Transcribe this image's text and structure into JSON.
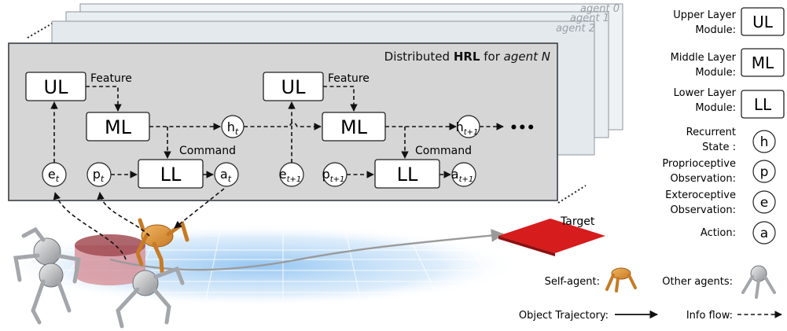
{
  "layers": {
    "agent0": "agent 0",
    "agent1": "agent 1",
    "agent2": "agent 2"
  },
  "main": {
    "title_prefix": "Distributed ",
    "title_bold": "HRL",
    "title_mid": " for ",
    "title_italic": "agent N",
    "feature": "Feature",
    "command": "Command",
    "ul": "UL",
    "ml": "ML",
    "ll": "LL",
    "ellipsis": "•••",
    "h_base": "h",
    "e_base": "e",
    "p_base": "p",
    "a_base": "a",
    "sub_t": "t",
    "sub_t1": "t+1"
  },
  "scene": {
    "target": "Target"
  },
  "legend": {
    "ul_label_1": "Upper Layer",
    "ul_label_2": "Module:",
    "ul_sym": "UL",
    "ml_label_1": "Middle Layer",
    "ml_label_2": "Module:",
    "ml_sym": "ML",
    "ll_label_1": "Lower Layer",
    "ll_label_2": "Module:",
    "ll_sym": "LL",
    "h_label_1": "Recurrent",
    "h_label_2": "State :",
    "h_sym": "h",
    "p_label_1": "Proprioceptive",
    "p_label_2": "Observation:",
    "p_sym": "p",
    "e_label_1": "Exteroceptive",
    "e_label_2": "Observation:",
    "e_sym": "e",
    "a_label": "Action:",
    "a_sym": "a",
    "self_agent": "Self-agent:",
    "other_agents": "Other agents:",
    "object_trajectory": "Object Trajectory:",
    "info_flow": "Info flow:"
  },
  "colors": {
    "panel_front": "#d6d6d6",
    "panel_back": "#edf1f4",
    "target": "#d61c1c",
    "self_agent": "#e59a3c",
    "other_agent": "#b9bbbe",
    "obstacle": "#b15a60"
  }
}
